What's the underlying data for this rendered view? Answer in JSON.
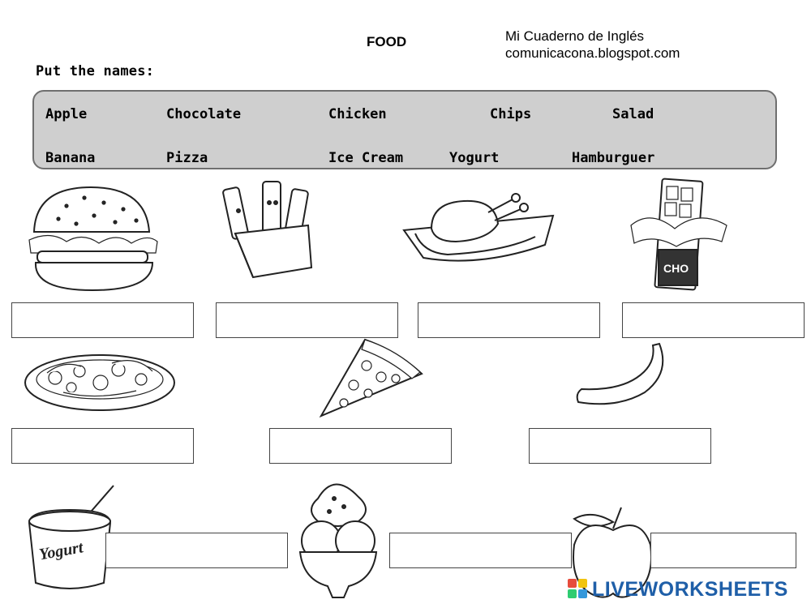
{
  "header": {
    "title": "FOOD",
    "credit_line1": "Mi Cuaderno de Inglés",
    "credit_line2": "comunicacona.blogspot.com",
    "instruction": "Put the names:"
  },
  "word_bank": {
    "row1": [
      "Apple",
      "Chocolate",
      "Chicken",
      "Chips",
      "Salad"
    ],
    "row2": [
      "Banana",
      "Pizza",
      "Ice Cream",
      "Yogurt",
      "Hamburguer"
    ]
  },
  "answers": [
    "",
    "",
    "",
    "",
    "",
    "",
    "",
    "",
    "",
    ""
  ],
  "images": {
    "yogurt_label": "Yogurt",
    "chocolate_label": "CHO"
  },
  "brand": {
    "name": "LIVEWORKSHEETS",
    "color": "#1f5fa8",
    "mark_colors": [
      "#e74c3c",
      "#f1c40f",
      "#2ecc71",
      "#3498db"
    ]
  }
}
